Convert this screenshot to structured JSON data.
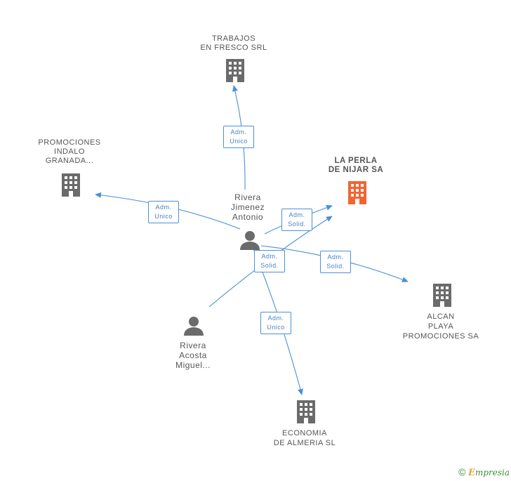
{
  "colors": {
    "edge": "#4a90d9",
    "building": "#6b6b6b",
    "main_building": "#f26532",
    "person": "#6b6b6b"
  },
  "nodes": {
    "trabajos": {
      "lines": [
        "TRABAJOS",
        "EN FRESCO SRL"
      ],
      "icon": "building-icon"
    },
    "promociones_indalo": {
      "lines": [
        "PROMOCIONES",
        "INDALO",
        "GRANADA..."
      ],
      "icon": "building-icon"
    },
    "la_perla": {
      "lines": [
        "LA PERLA",
        "DE NIJAR SA"
      ],
      "icon": "building-icon"
    },
    "rivera_jimenez": {
      "lines": [
        "Rivera",
        "Jimenez",
        "Antonio"
      ],
      "icon": "person-icon"
    },
    "alcan": {
      "lines": [
        "ALCAN",
        "PLAYA",
        "PROMOCIONES SA"
      ],
      "icon": "building-icon"
    },
    "rivera_acosta": {
      "lines": [
        "Rivera",
        "Acosta",
        "Miguel..."
      ],
      "icon": "person-icon"
    },
    "economia": {
      "lines": [
        "ECONOMIA",
        "DE ALMERIA SL"
      ],
      "icon": "building-icon"
    }
  },
  "edge_labels": {
    "to_trabajos": [
      "Adm.",
      "Unico"
    ],
    "to_promociones": [
      "Adm.",
      "Unico"
    ],
    "to_la_perla": [
      "Adm.",
      "Solid."
    ],
    "acosta_to_la_perla": [
      "Adm.",
      "Solid."
    ],
    "to_alcan": [
      "Adm.",
      "Solid."
    ],
    "to_economia": [
      "Adm.",
      "Unico"
    ]
  },
  "footer": {
    "copyright": "©",
    "brand_first": "E",
    "brand_rest": "mpresia"
  }
}
